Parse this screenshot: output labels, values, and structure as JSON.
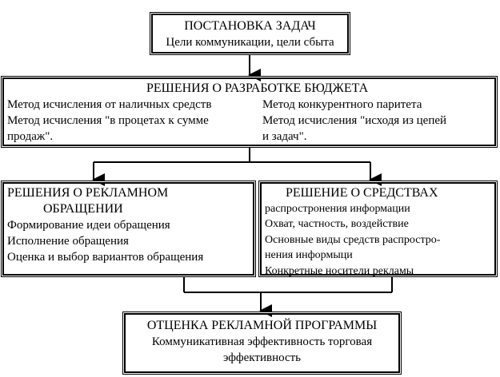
{
  "goals": {
    "title": "ПОСТАНОВКА ЗАДАЧ",
    "line": "Цели коммуникации, цели сбыта"
  },
  "budget": {
    "title": "РЕШЕНИЯ О РАЗРАБОТКЕ БЮДЖЕТА",
    "left": [
      "Метод исчисления от наличных средств",
      "Метод исчисления \"в процетах к сумме",
      "продаж\"."
    ],
    "right": [
      "Метод конкурентного паритета",
      "Метод исчисления \"исходя из цепей",
      "и задач\"."
    ]
  },
  "message": {
    "title1": "РЕШЕНИЯ О РЕКЛАМНОМ",
    "title2": "ОБРАЩЕНИИ",
    "items": [
      "Формирование идеи обращения",
      "Исполнение обращения",
      "Оценка и выбор вариантов обращения"
    ]
  },
  "media": {
    "title": "РЕШЕНИЕ О СРЕДСТВАХ",
    "items": [
      "распростронения информации",
      "Охват, частность, воздействие",
      "Основные виды средств распростро-",
      "нения информыци",
      "Конкретные носители рекламы"
    ]
  },
  "evaluation": {
    "title": "ОТЦЕНКА РЕКЛАМНОЙ ПРОГРАММЫ",
    "line1": "Коммуникативная эффективность торговая",
    "line2": "эффективность"
  }
}
